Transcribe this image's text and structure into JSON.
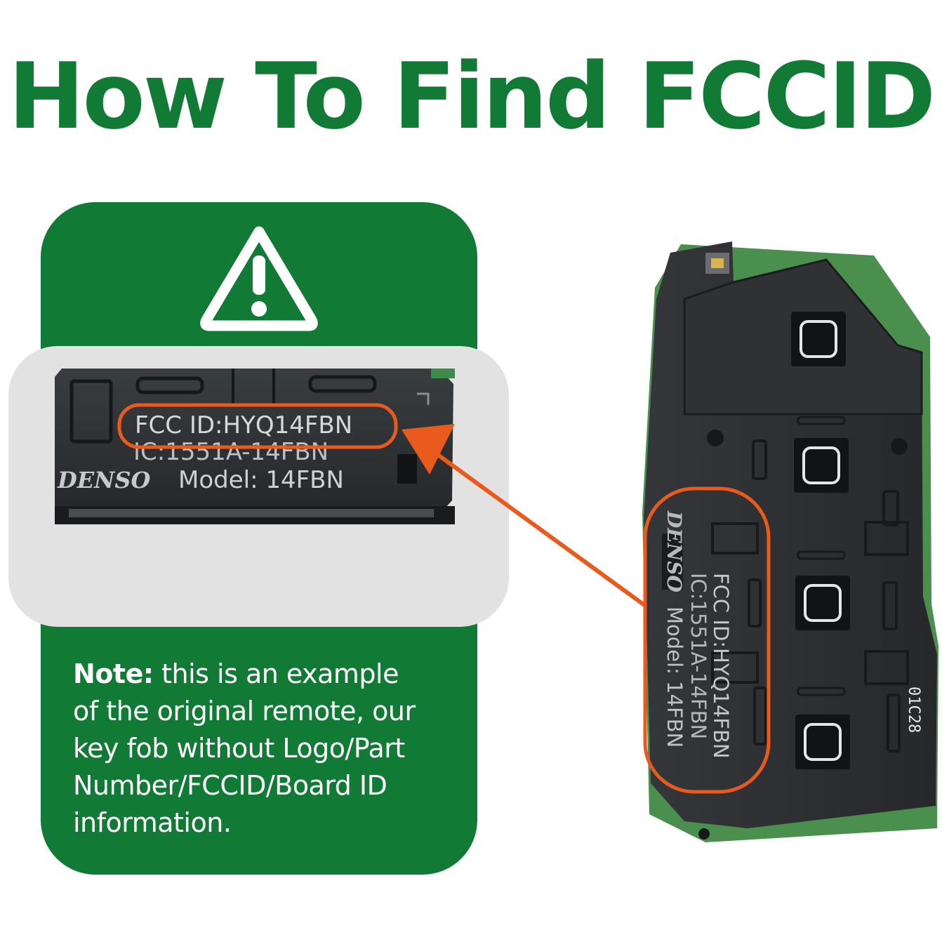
{
  "title": "How To Find FCCID",
  "warning_icon": "warning-triangle-icon",
  "zoom_label": {
    "fcc_line": "FCC ID:HYQ14FBN",
    "ic_line": "IC:1551A-14FBN",
    "brand": "DENSO",
    "model_line": "Model: 14FBN"
  },
  "note": {
    "lead": "Note:",
    "lines": [
      " this is an example",
      "of the original remote, our",
      "key fob without Logo/Part",
      "Number/FCCID/Board ID",
      "information."
    ]
  },
  "fob_label": {
    "brand": "DENSO",
    "fcc_line": "FCC ID:HYQ14FBN",
    "ic_line": "IC:1551A-14FBN",
    "model_line": "Model: 14FBN",
    "board_code": "01C28"
  },
  "colors": {
    "brand_green": "#117a35",
    "highlight_orange": "#e85b1c",
    "panel_gray": "#e2e2e2",
    "housing_dark": "#2c2e30"
  }
}
